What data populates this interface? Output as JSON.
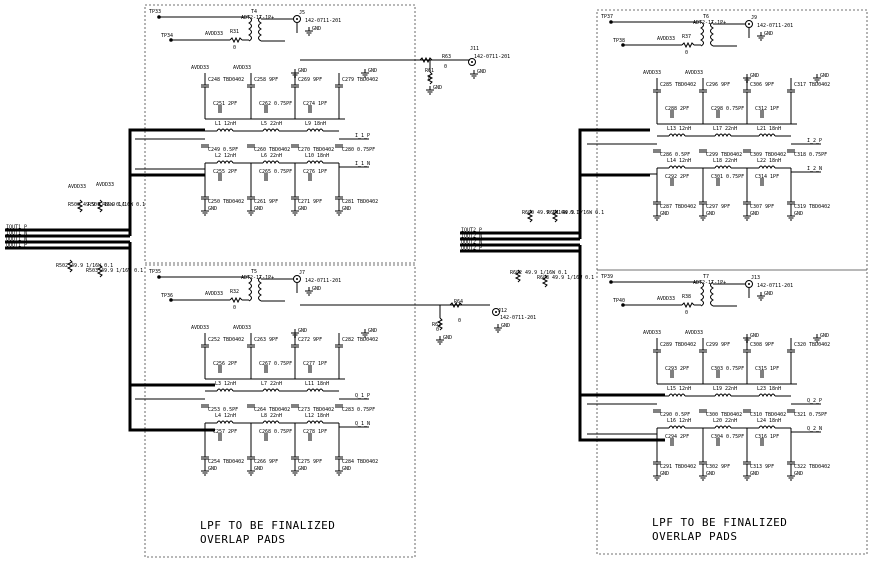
{
  "quadrants": [
    {
      "id": "tl",
      "tp_a": "TP33",
      "tp_b": "TP34",
      "transformer": "T4",
      "transformer_part": "ADT2-1T-1P+",
      "resistor": "R31",
      "resistor_value": "0",
      "connector": "J5",
      "connector_part": "142-0711-201",
      "aux_connector": "J11",
      "aux_connector_part": "142-0711-201",
      "r_series": "R63",
      "r_series_value": "0",
      "r_shunt": "R61",
      "r_shunt_value": "0",
      "power": "AVDD33",
      "caps_top": [
        "C248 TBD0402",
        "C258 9PF",
        "C269 9PF",
        "C279 TBD0402"
      ],
      "caps_mid1": [
        "C251 2PF",
        "C262 0.75PF",
        "C274 1PF"
      ],
      "inductors_1": [
        "L1 12nH",
        "L5 22nH",
        "L9 18nH"
      ],
      "caps_mid2": [
        "C249 0.5PF",
        "C260 TBD0402",
        "C270 TBD0402",
        "C280 0.75PF"
      ],
      "inductors_2": [
        "L2 12nH",
        "L6 22nH",
        "L10 18nH"
      ],
      "caps_mid3": [
        "C255 2PF",
        "C265 0.75PF",
        "C276 1PF"
      ],
      "caps_bot": [
        "C250 TBD0402",
        "C261 9PF",
        "C271 9PF",
        "C281 TBD0402"
      ],
      "out_p": "I_1_P",
      "out_n": "I_1_N",
      "note_line1": "",
      "note_line2": ""
    },
    {
      "id": "bl",
      "tp_a": "TP35",
      "tp_b": "TP36",
      "transformer": "T5",
      "transformer_part": "ADT2-1T-1P+",
      "resistor": "R32",
      "resistor_value": "0",
      "connector": "J7",
      "connector_part": "142-0711-201",
      "aux_connector": "J12",
      "aux_connector_part": "142-0711-201",
      "r_series": "R64",
      "r_series_value": "0",
      "r_shunt": "R62",
      "r_shunt_value": "0",
      "power": "AVDD33",
      "caps_top": [
        "C252 TBD0402",
        "C263 9PF",
        "C272 9PF",
        "C282 TBD0402"
      ],
      "caps_mid1": [
        "C256 2PF",
        "C267 0.75PF",
        "C277 1PF"
      ],
      "inductors_1": [
        "L3 12nH",
        "L7 22nH",
        "L11 18nH"
      ],
      "caps_mid2": [
        "C253 0.5PF",
        "C264 TBD0402",
        "C273 TBD0402",
        "C283 0.75PF"
      ],
      "inductors_2": [
        "L4 12nH",
        "L8 22nH",
        "L12 18nH"
      ],
      "caps_mid3": [
        "C257 2PF",
        "C268 0.75PF",
        "C278 1PF"
      ],
      "caps_bot": [
        "C254 TBD0402",
        "C266 9PF",
        "C275 9PF",
        "C284 TBD0402"
      ],
      "out_p": "Q_1_P",
      "out_n": "Q_1_N",
      "note_line1": "LPF TO BE FINALIZED",
      "note_line2": "OVERLAP PADS"
    },
    {
      "id": "tr",
      "tp_a": "TP37",
      "tp_b": "TP38",
      "transformer": "T6",
      "transformer_part": "ADT2-1T-1P+",
      "resistor": "R37",
      "resistor_value": "0",
      "connector": "J9",
      "connector_part": "142-0711-201",
      "aux_connector": "",
      "aux_connector_part": "",
      "r_series": "",
      "r_series_value": "",
      "r_shunt": "",
      "r_shunt_value": "",
      "power": "AVDD33",
      "caps_top": [
        "C285 TBD0402",
        "C296 9PF",
        "C306 9PF",
        "C317 TBD0402"
      ],
      "caps_mid1": [
        "C288 2PF",
        "C298 0.75PF",
        "C312 1PF"
      ],
      "inductors_1": [
        "L13 12nH",
        "L17 22nH",
        "L21 18nH"
      ],
      "caps_mid2": [
        "C286 0.5PF",
        "C299 TBD0402",
        "C309 TBD0402",
        "C318 0.75PF"
      ],
      "inductors_2": [
        "L14 12nH",
        "L18 22nH",
        "L22 18nH"
      ],
      "caps_mid3": [
        "C292 2PF",
        "C301 0.75PF",
        "C314 1PF"
      ],
      "caps_bot": [
        "C287 TBD0402",
        "C297 9PF",
        "C307 9PF",
        "C319 TBD0402"
      ],
      "out_p": "I_2_P",
      "out_n": "I_2_N",
      "note_line1": "",
      "note_line2": ""
    },
    {
      "id": "br",
      "tp_a": "TP39",
      "tp_b": "TP40",
      "transformer": "T7",
      "transformer_part": "ADT2-1T-1P+",
      "resistor": "R38",
      "resistor_value": "0",
      "connector": "J13",
      "connector_part": "142-0711-201",
      "aux_connector": "",
      "aux_connector_part": "",
      "r_series": "",
      "r_series_value": "",
      "r_shunt": "",
      "r_shunt_value": "",
      "power": "AVDD33",
      "caps_top": [
        "C289 TBD0402",
        "C299 9PF",
        "C308 9PF",
        "C320 TBD0402"
      ],
      "caps_mid1": [
        "C293 2PF",
        "C303 0.75PF",
        "C315 1PF"
      ],
      "inductors_1": [
        "L15 12nH",
        "L19 22nH",
        "L23 18nH"
      ],
      "caps_mid2": [
        "C290 0.5PF",
        "C300 TBD0402",
        "C310 TBD0402",
        "C321 0.75PF"
      ],
      "inductors_2": [
        "L16 12nH",
        "L20 22nH",
        "L24 18nH"
      ],
      "caps_mid3": [
        "C294 2PF",
        "C304 0.75PF",
        "C316 1PF"
      ],
      "caps_bot": [
        "C291 TBD0402",
        "C302 9PF",
        "C313 9PF",
        "C322 TBD0402"
      ],
      "out_p": "Q_2_P",
      "out_n": "Q_2_N",
      "note_line1": "LPF TO BE FINALIZED",
      "note_line2": "OVERLAP PADS"
    }
  ],
  "left_bias": {
    "power_a": "AVDD33",
    "power_b": "AVDD33",
    "r_a": "R500 49.9 1/16W 0.1",
    "r_b": "R501 49.9 1/16W 0.1",
    "r_c": "R502 49.9 1/16W 0.1",
    "r_d": "R503 49.9 1/16W 0.1",
    "nets": [
      "IOUT1_P",
      "IOUT1_N",
      "QOUT1_N",
      "QOUT1_P"
    ]
  },
  "right_bias": {
    "r_a": "R600 49.9 1/16W 0.1",
    "r_b": "R601 49.9 1/16W 0.1",
    "r_c": "R602 49.9 1/16W 0.1",
    "r_d": "R603 49.9 1/16W 0.1",
    "nets": [
      "IOUT2_P",
      "IOUT2_N",
      "QOUT2_N",
      "QOUT2_P"
    ]
  },
  "gnd_label": "GND"
}
